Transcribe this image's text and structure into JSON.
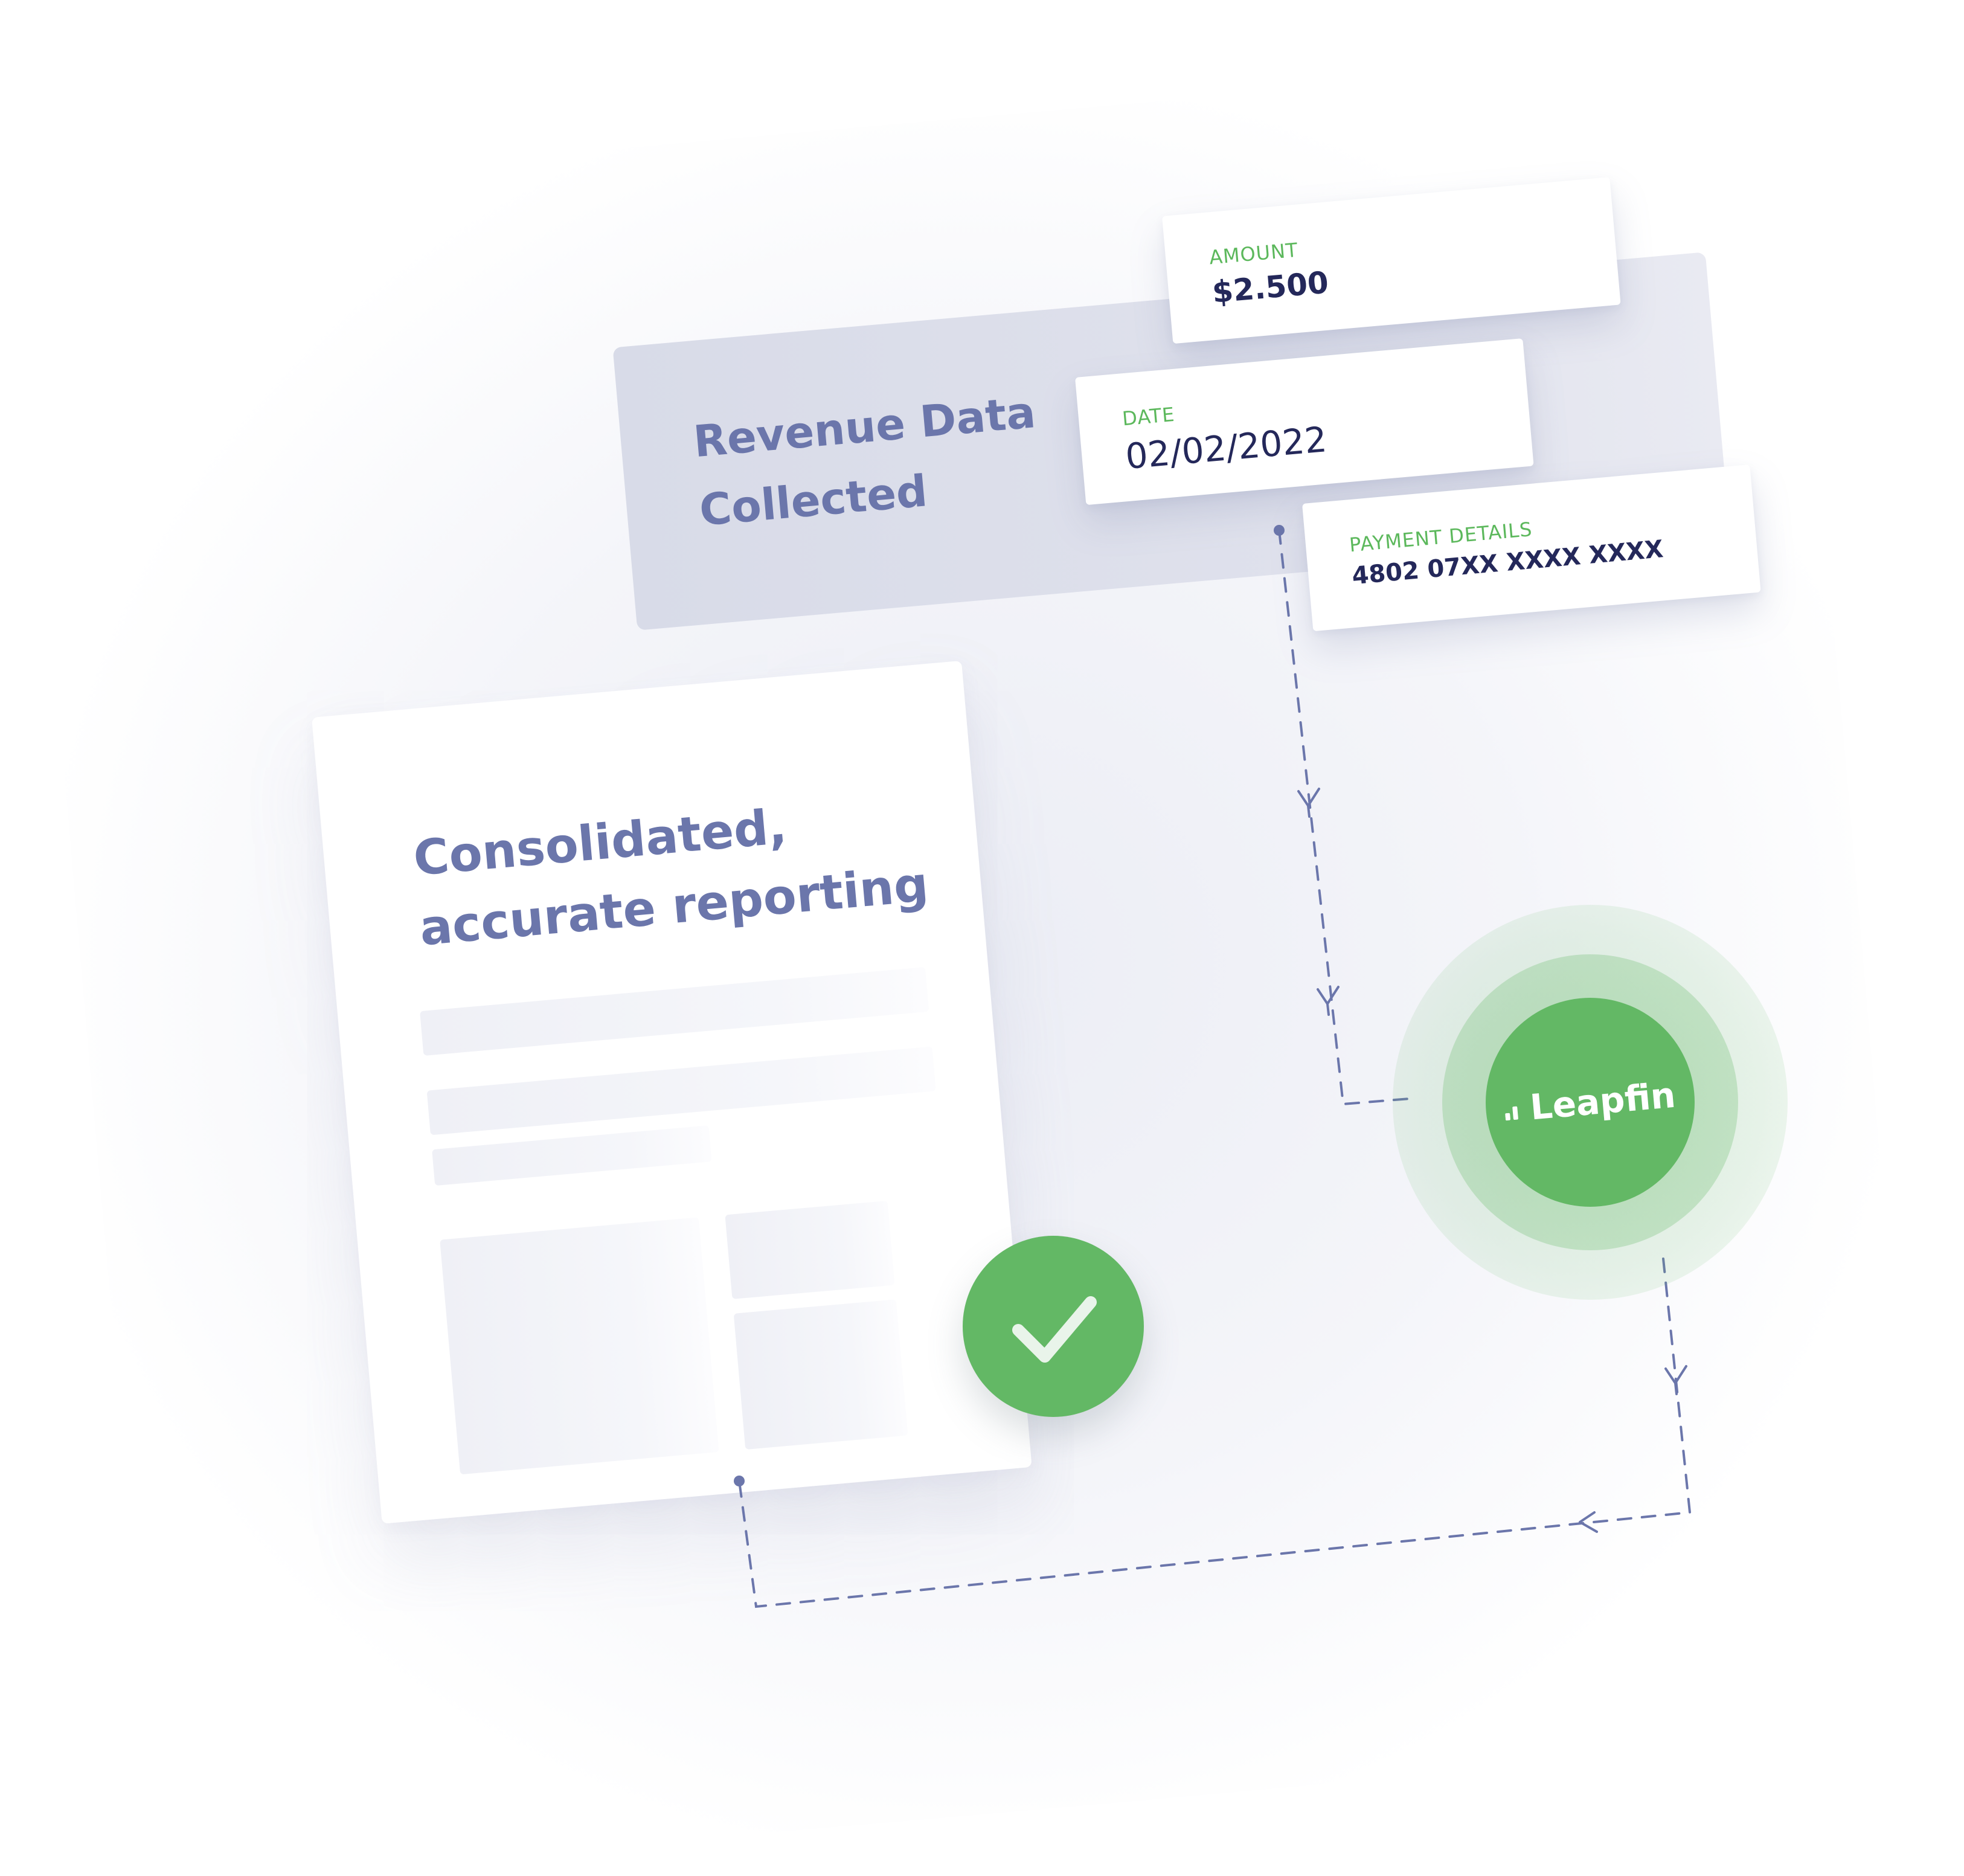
{
  "revenue": {
    "title_line1": "Revenue Data",
    "title_line2": "Collected"
  },
  "fields": {
    "amount": {
      "label": "AMOUNT",
      "value": "$2.500"
    },
    "date": {
      "label": "DATE",
      "value": "02/02/2022"
    },
    "payment": {
      "label": "PAYMENT DETAILS",
      "value": "4802 07XX XXXX XXXX"
    }
  },
  "report": {
    "title_line1": "Consolidated,",
    "title_line2": "accurate reporting"
  },
  "logo": {
    "wordmark": "Leapfin",
    "icon": "bars-logo-icon"
  },
  "badge": {
    "icon": "checkmark-icon"
  },
  "colors": {
    "accent_green": "#63b865",
    "label_green": "#5cb85c",
    "heading_purple": "#6b76ab",
    "value_navy": "#24285a",
    "connector": "#6b76ab"
  }
}
